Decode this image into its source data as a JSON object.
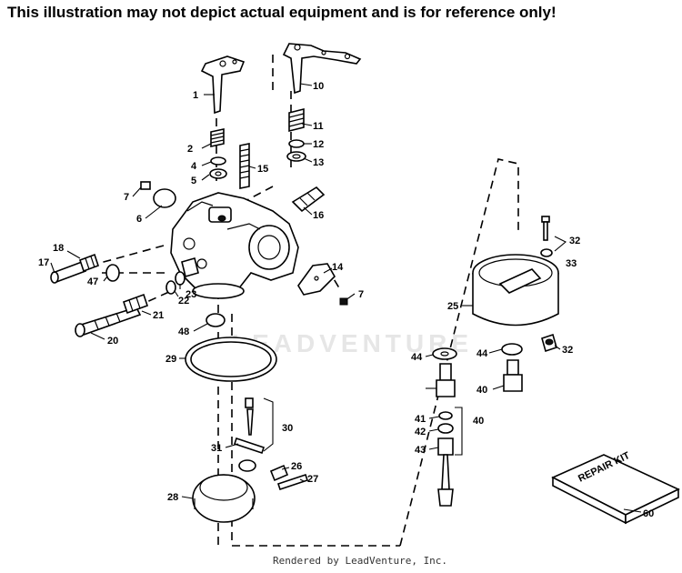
{
  "disclaimer": "This illustration may not depict actual equipment and is for reference only!",
  "footer": "Rendered by LeadVenture, Inc.",
  "watermark": "LEADVENTURE",
  "kit_label": "REPAIR KIT",
  "callouts": {
    "c1": "1",
    "c2": "2",
    "c4": "4",
    "c5": "5",
    "c6": "6",
    "c7a": "7",
    "c7b": "7",
    "c10": "10",
    "c11": "11",
    "c12": "12",
    "c13": "13",
    "c14": "14",
    "c15": "15",
    "c16": "16",
    "c17": "17",
    "c18": "18",
    "c20": "20",
    "c21": "21",
    "c22": "22",
    "c23": "23",
    "c25": "25",
    "c26": "26",
    "c27": "27",
    "c28": "28",
    "c29": "29",
    "c30": "30",
    "c31": "31",
    "c32a": "32",
    "c32b": "32",
    "c33": "33",
    "c40a": "40",
    "c40b": "40",
    "c41": "41",
    "c42": "42",
    "c43": "43",
    "c44a": "44",
    "c44b": "44",
    "c47": "47",
    "c48": "48",
    "c60": "60"
  }
}
